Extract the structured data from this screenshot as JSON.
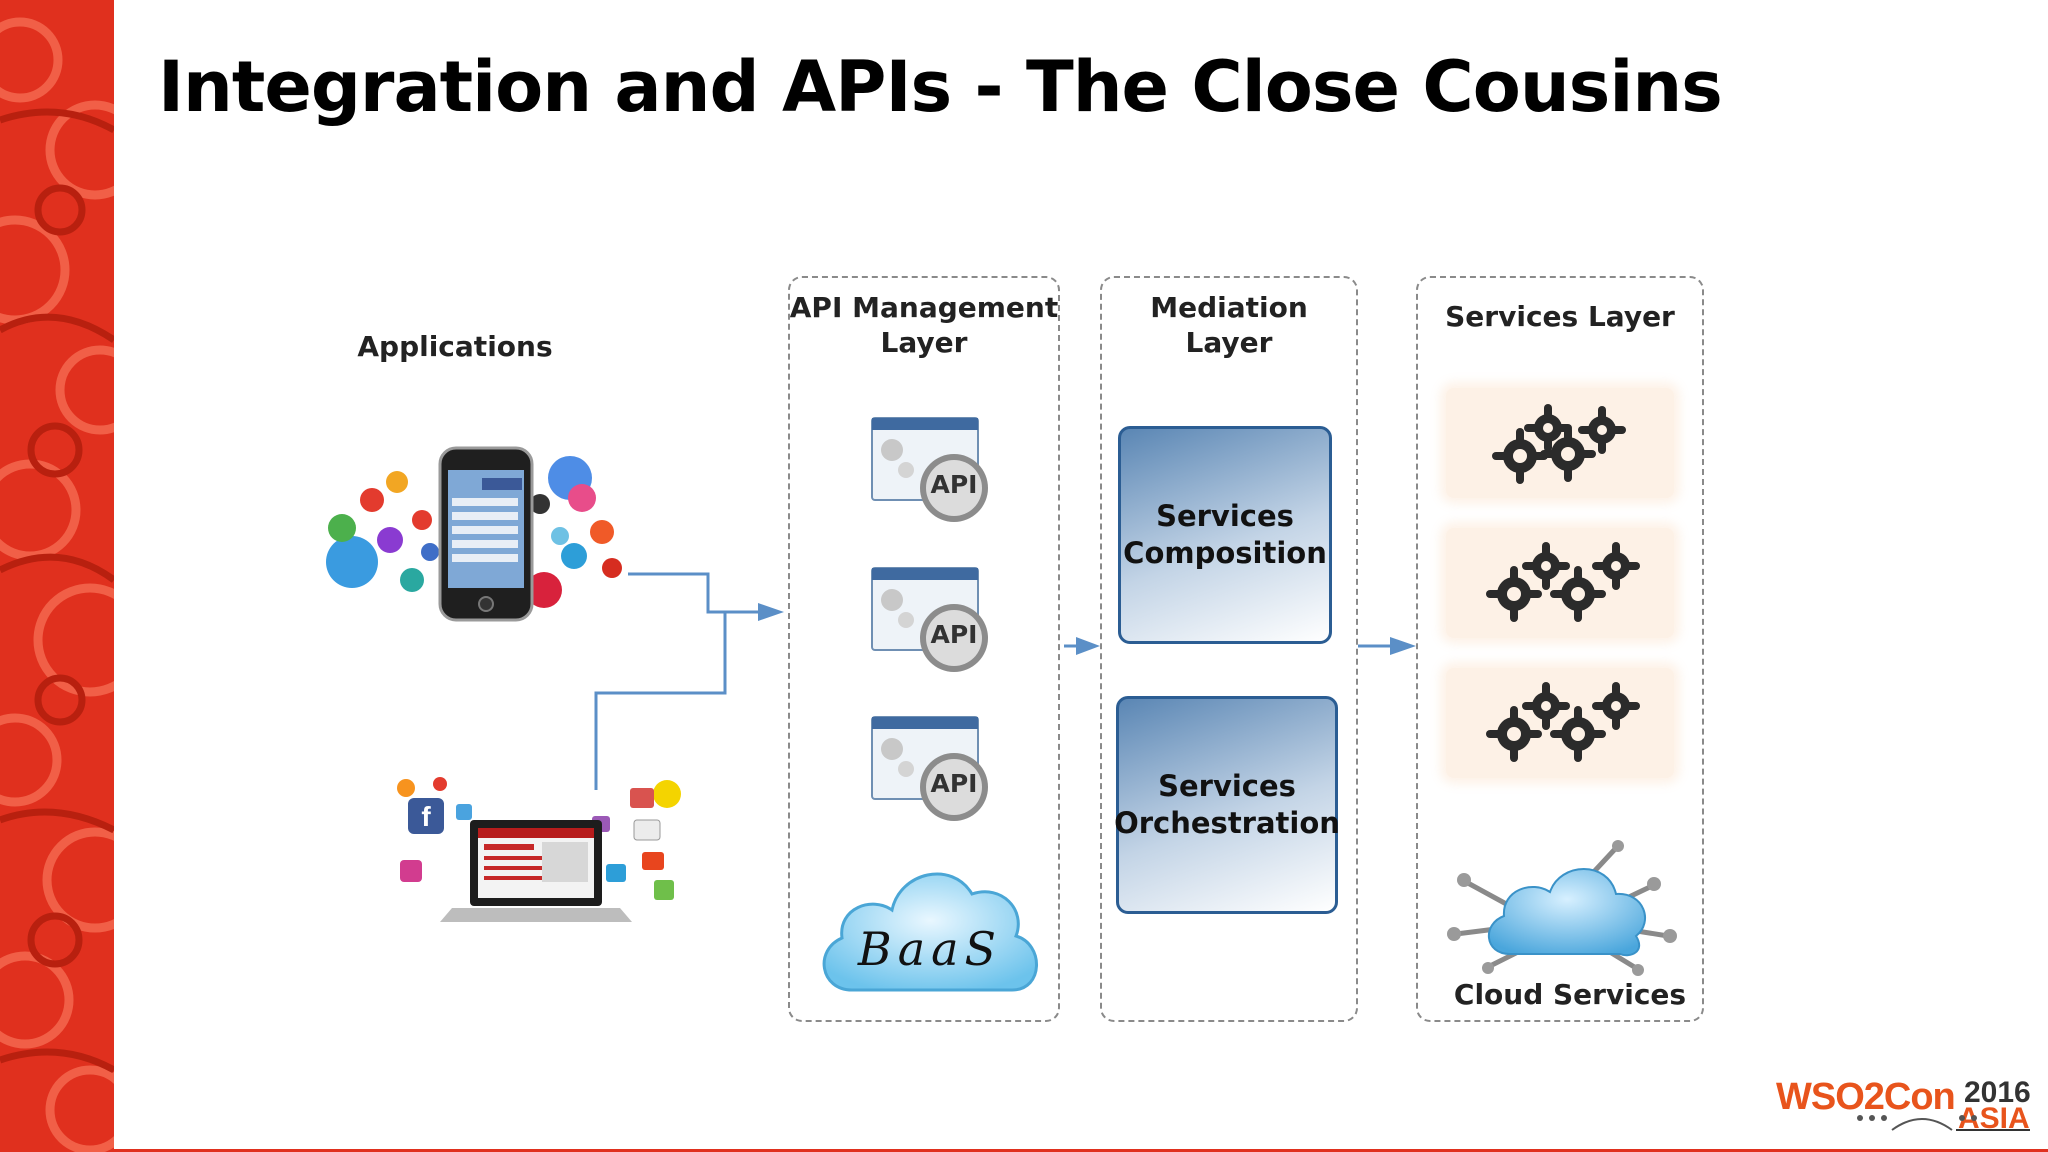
{
  "slide": {
    "title": "Integration and APIs - The Close Cousins"
  },
  "diagram": {
    "applications_label": "Applications",
    "api_layer": {
      "title_line1": "API Management",
      "title_line2": "Layer",
      "api_badge": "API",
      "baas_label": "BaaS"
    },
    "mediation_layer": {
      "title_line1": "Mediation",
      "title_line2": "Layer",
      "composition_line1": "Services",
      "composition_line2": "Composition",
      "orchestration_line1": "Services",
      "orchestration_line2": "Orchestration"
    },
    "services_layer": {
      "title": "Services Layer",
      "cloud_label": "Cloud Services"
    }
  },
  "branding": {
    "logo_text": "WSO2Con",
    "year": "2016",
    "region": "ASIA"
  },
  "colors": {
    "accent_red": "#e0301e",
    "connector_blue": "#5b8fc7",
    "box_blue": "#2b5d93",
    "gear_tile": "#fdf1e6",
    "logo_orange": "#e8541c"
  }
}
